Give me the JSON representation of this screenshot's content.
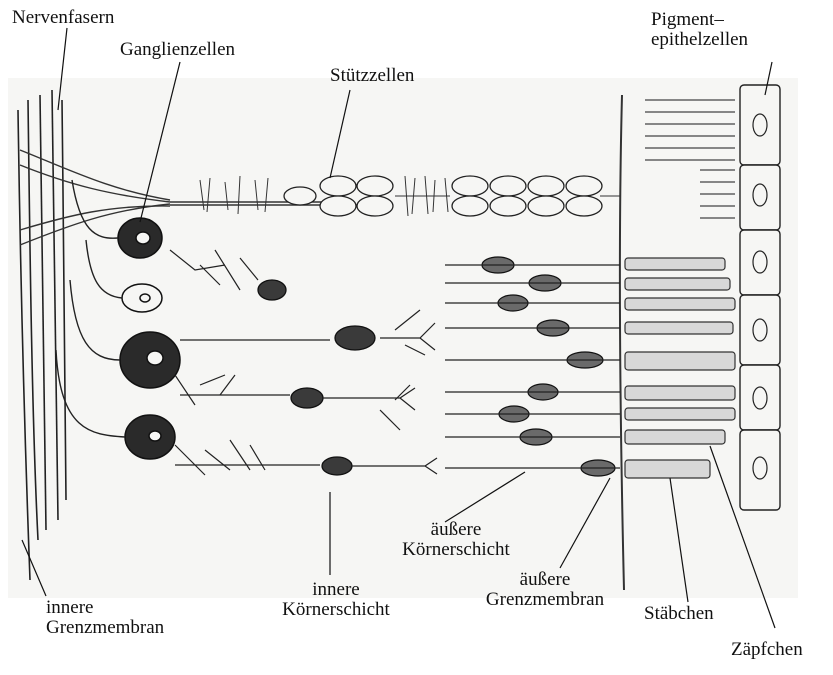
{
  "labels": {
    "nervenfasern": "Nervenfasern",
    "ganglienzellen": "Ganglienzellen",
    "stuetzzellen": "Stützzellen",
    "pigment_1": "Pigment–",
    "pigment_2": "epithelzellen",
    "aeussere_koerner_1": "äußere",
    "aeussere_koerner_2": "Körnerschicht",
    "innere_koerner_1": "innere",
    "innere_koerner_2": "Körnerschicht",
    "aeussere_grenz_1": "äußere",
    "aeussere_grenz_2": "Grenzmembran",
    "innere_grenz_1": "innere",
    "innere_grenz_2": "Grenzmembran",
    "staebchen": "Stäbchen",
    "zaepfchen": "Zäpfchen"
  },
  "colors": {
    "ink": "#1a1a1a",
    "paper": "#f6f6f4",
    "cell": "#3a3a3a"
  }
}
